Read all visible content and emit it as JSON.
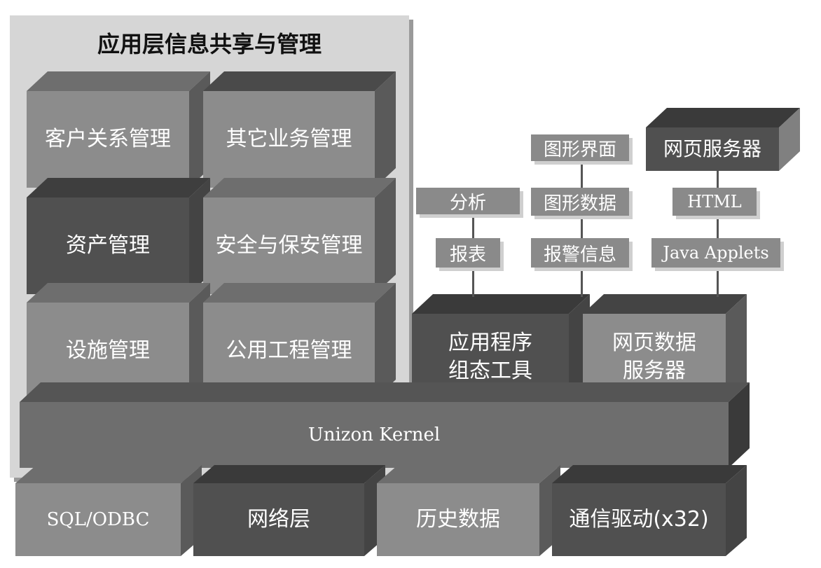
{
  "colors": {
    "panel": "#d6d6d6",
    "block_light": "#8c8c8c",
    "block_dark": "#505050",
    "block_mid": "#707070",
    "tag_bg": "#8a8a8a",
    "text_light": "#ffffff"
  },
  "panel_title": "应用层信息共享与管理",
  "app_modules": [
    "客户关系管理",
    "其它业务管理",
    "资产管理",
    "安全与保安管理",
    "设施管理",
    "公用工程管理"
  ],
  "tools": {
    "config_tool": "应用程序\n组态工具",
    "web_data_server": "网页数据\n服务器",
    "web_server": "网页服务器"
  },
  "tags": {
    "analysis": "分析",
    "report": "报表",
    "graphic_ui": "图形界面",
    "graphic_data": "图形数据",
    "alarm_info": "报警信息",
    "html": "HTML",
    "java_applets": "Java Applets"
  },
  "kernel": "Unizon Kernel",
  "base_modules": [
    "SQL/ODBC",
    "网络层",
    "历史数据",
    "通信驱动(x32)"
  ]
}
